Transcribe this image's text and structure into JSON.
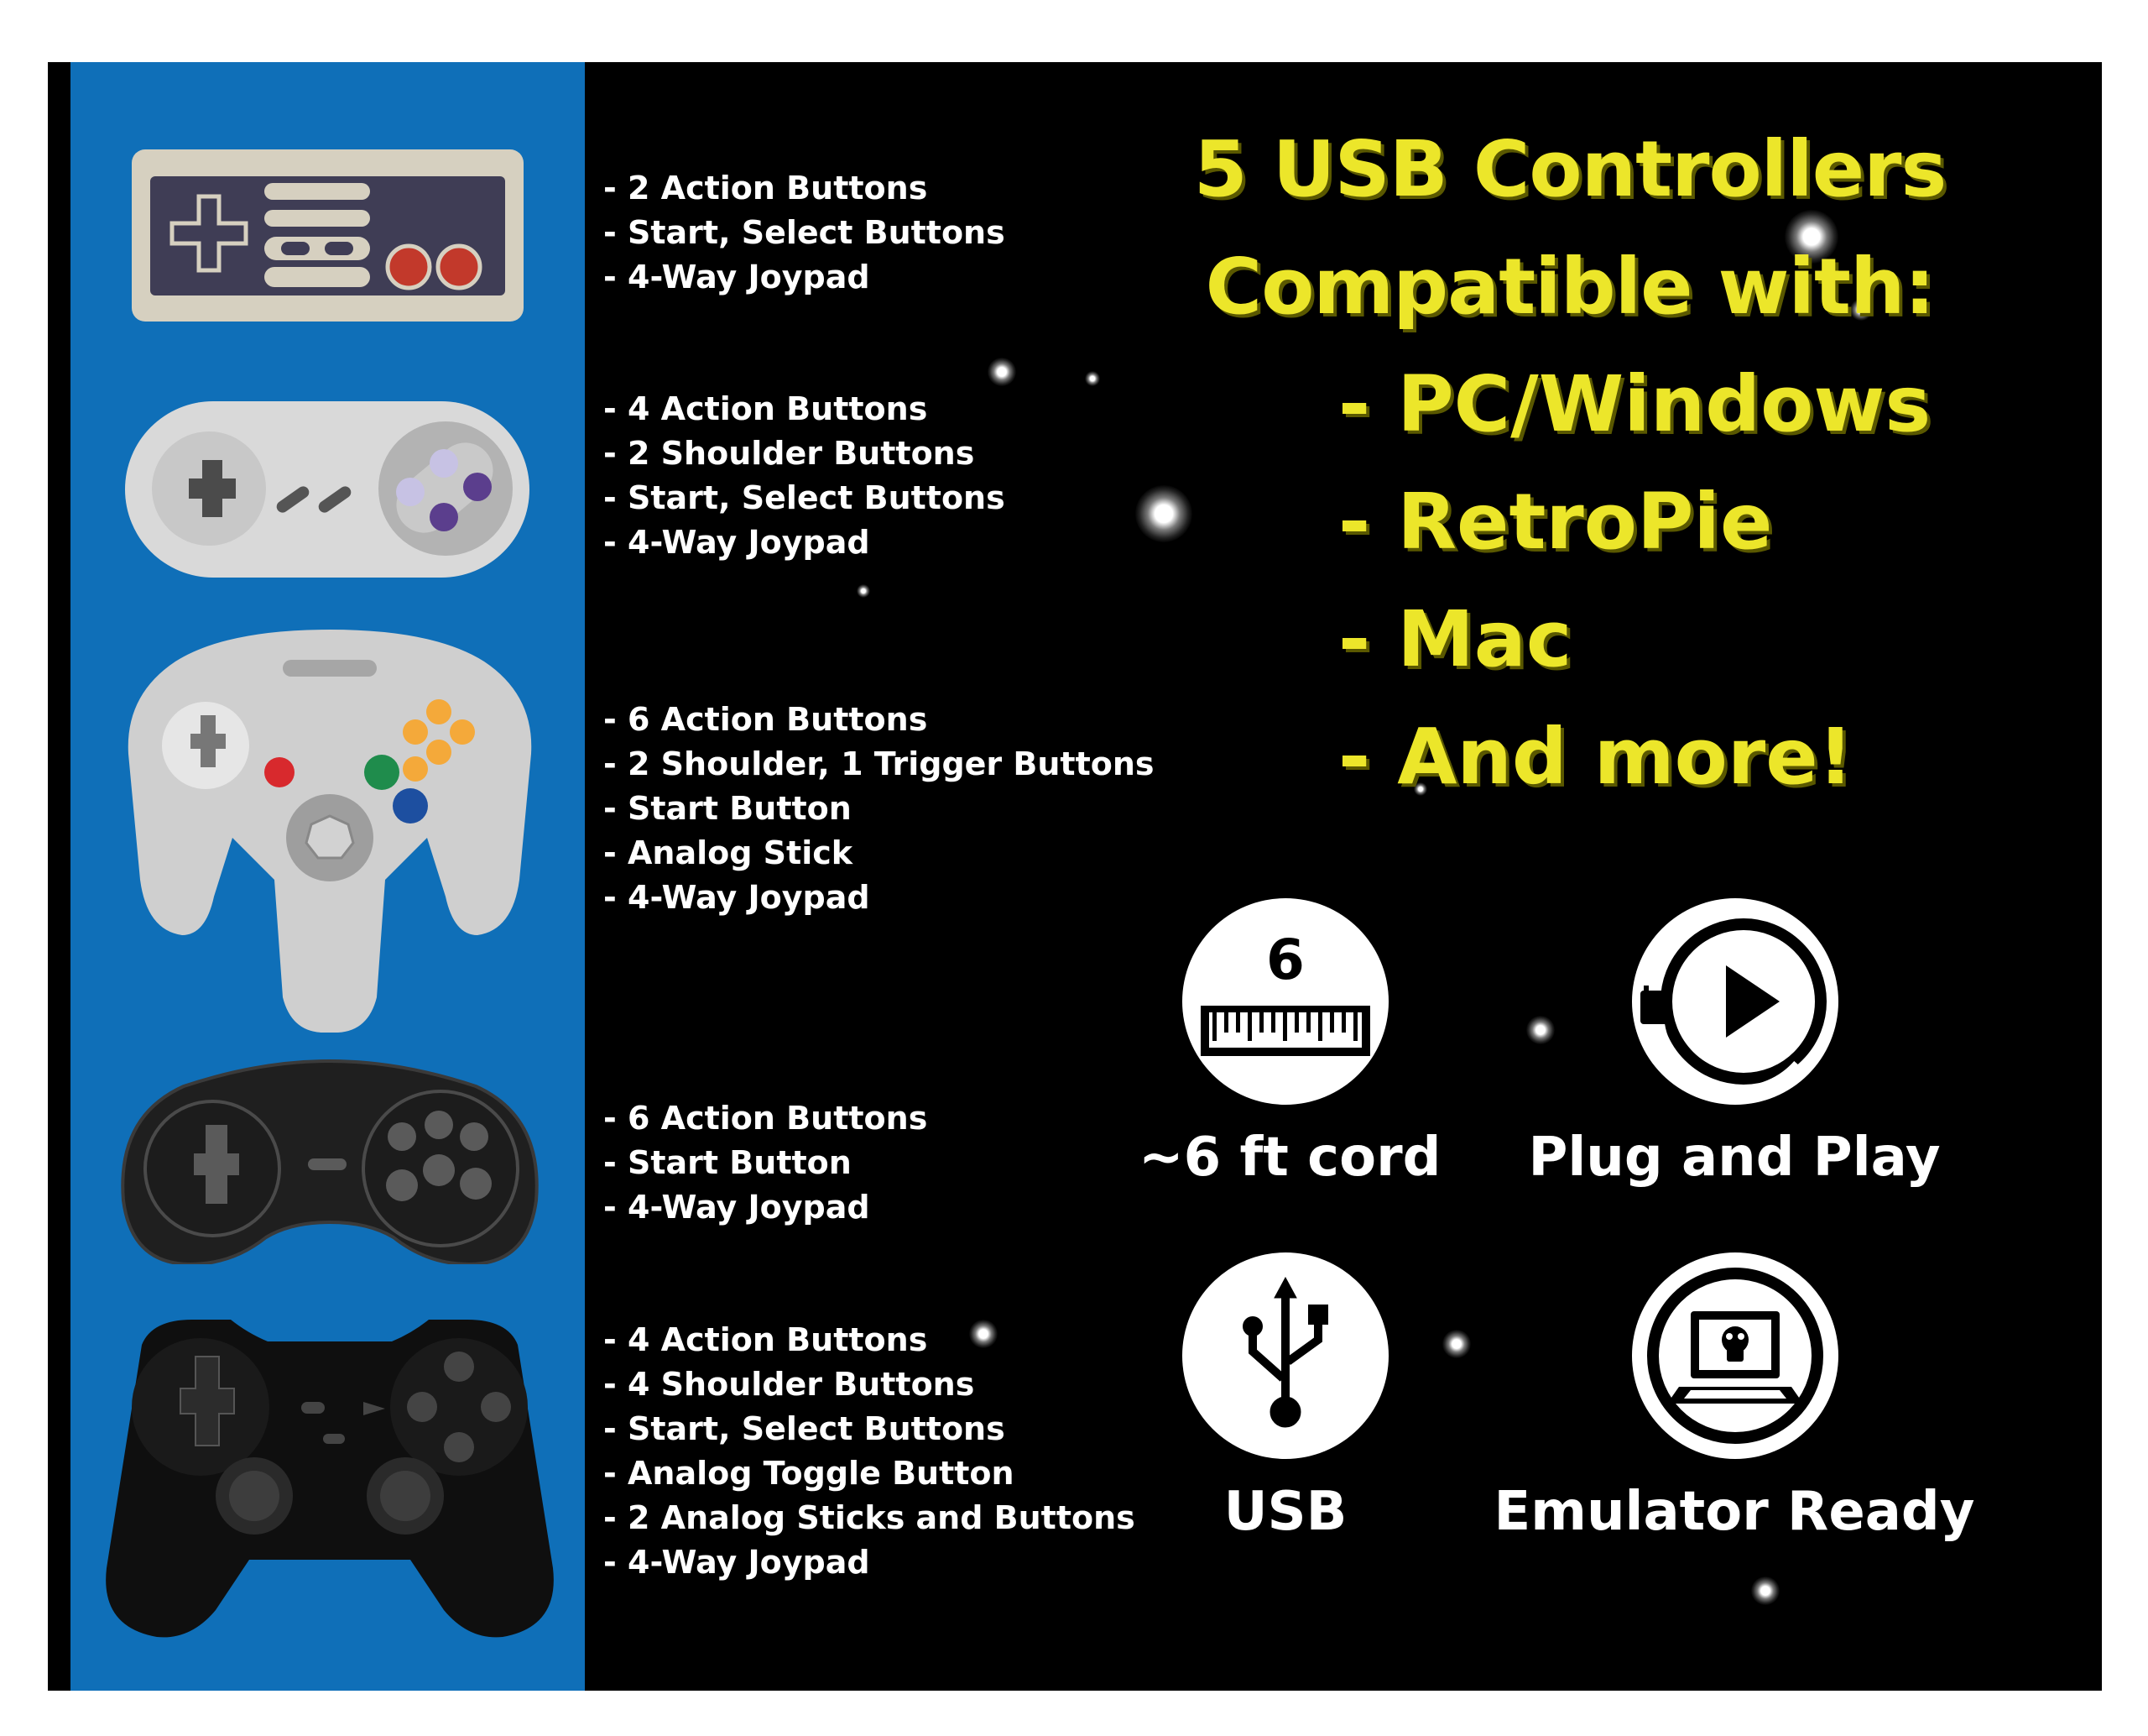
{
  "controllers": [
    {
      "icon": "nes-controller-icon",
      "features": [
        "- 2 Action Buttons",
        "- Start, Select Buttons",
        "- 4-Way Joypad"
      ]
    },
    {
      "icon": "snes-controller-icon",
      "features": [
        "- 4 Action Buttons",
        "- 2 Shoulder Buttons",
        "- Start, Select Buttons",
        "- 4-Way Joypad"
      ]
    },
    {
      "icon": "n64-controller-icon",
      "features": [
        "- 6 Action Buttons",
        "- 2 Shoulder, 1 Trigger Buttons",
        "- Start Button",
        "- Analog Stick",
        "- 4-Way Joypad"
      ]
    },
    {
      "icon": "genesis-controller-icon",
      "features": [
        "- 6 Action Buttons",
        "- Start Button",
        "- 4-Way Joypad"
      ]
    },
    {
      "icon": "playstation-controller-icon",
      "features": [
        "- 4 Action Buttons",
        "- 4 Shoulder Buttons",
        "- Start, Select Buttons",
        "- Analog Toggle Button",
        "- 2 Analog Sticks and Buttons",
        "- 4-Way Joypad"
      ]
    }
  ],
  "compatibility": {
    "headline_line1": "5 USB Controllers",
    "headline_line2": "Compatible with:",
    "items": [
      "- PC/Windows",
      "- RetroPie",
      "- Mac",
      "- And more!"
    ]
  },
  "badges": [
    {
      "icon": "ruler-icon",
      "number": "6",
      "caption": "~6 ft cord"
    },
    {
      "icon": "plug-and-play-icon",
      "caption": "Plug and Play"
    },
    {
      "icon": "usb-icon",
      "caption": "USB"
    },
    {
      "icon": "laptop-icon",
      "caption": "Emulator Ready"
    }
  ],
  "colors": {
    "background": "#000000",
    "sidebar_blue": "#0f6fb8",
    "headline_yellow": "#ece62a",
    "text_white": "#ffffff"
  }
}
